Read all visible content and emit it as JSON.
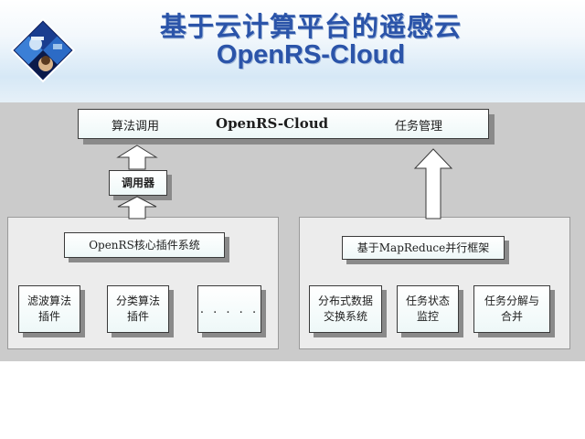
{
  "header": {
    "title_line1": "基于云计算平台的遥感云",
    "title_line2": "OpenRS-Cloud"
  },
  "top_bar": {
    "left_label": "算法调用",
    "center_label": "OpenRS-Cloud",
    "right_label": "任务管理"
  },
  "left_panel": {
    "dispatcher_label": "调用器",
    "core_label": "OpenRS核心插件系统",
    "plugins": [
      {
        "line1": "滤波算法",
        "line2": "插件"
      },
      {
        "line1": "分类算法",
        "line2": "插件"
      },
      {
        "line1": ". . . . .",
        "line2": ""
      }
    ]
  },
  "right_panel": {
    "framework_label": "基于MapReduce并行框架",
    "modules": [
      {
        "line1": "分布式数据",
        "line2": "交换系统"
      },
      {
        "line1": "任务状态",
        "line2": "监控"
      },
      {
        "line1": "任务分解与",
        "line2": "合并"
      }
    ]
  },
  "colors": {
    "title": "#2b54a9",
    "diagram_background": "#cbcbcb",
    "panel_background": "#ececec",
    "box_shadow": "#8a8a8a"
  }
}
